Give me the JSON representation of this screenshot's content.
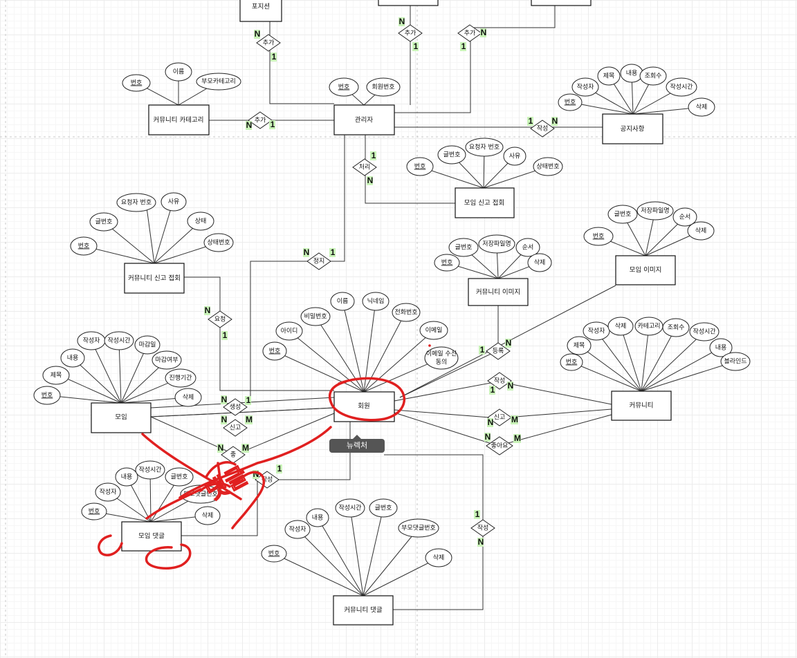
{
  "entities": {
    "position": "포지션",
    "admin": "관리자",
    "community_category": "커뮤니티 카테고리",
    "notice": "공지사항",
    "meeting_report": "모임 신고 접회",
    "community_report": "커뮤니티 신고 접회",
    "community_image": "커뮤니티 이미지",
    "meeting_image": "모임 이미지",
    "member": "회원",
    "meeting": "모임",
    "community": "커뮤니티",
    "meeting_comment": "모임 댓글",
    "community_comment": "커뮤니티 댓글"
  },
  "relations": {
    "add1": "추가",
    "add2": "추가",
    "add3": "추가",
    "add4": "추가",
    "write_notice": "작성",
    "process": "처리",
    "suspend": "정지",
    "request": "요청",
    "register": "등록",
    "create": "생성",
    "report_meeting": "신고",
    "like_meeting": "좋",
    "write_comment": "작성",
    "write_community": "작성",
    "report_community": "신고",
    "like_community": "좋아요",
    "write_ccomment": "작성"
  },
  "attributes": {
    "cat_no": "번호",
    "cat_name": "이름",
    "cat_parent": "부모카테고리",
    "admin_no": "번호",
    "admin_member_no": "회원번호",
    "notice_writer": "작성자",
    "notice_title": "제목",
    "notice_content": "내용",
    "notice_views": "조회수",
    "notice_time": "작성시간",
    "notice_no": "번호",
    "notice_delete": "삭제",
    "mr_no": "번호",
    "mr_post": "글번호",
    "mr_requester": "요청자 번호",
    "mr_reason": "사유",
    "mr_status": "상태번호",
    "cr_requester": "요청자 번호",
    "cr_reason": "사유",
    "cr_post": "글번호",
    "cr_state": "상태",
    "cr_no": "번호",
    "cr_status": "상태번호",
    "ci_post": "글번호",
    "ci_file": "저장파일명",
    "ci_order": "순서",
    "ci_no": "번호",
    "ci_delete": "삭제",
    "mi_post": "글번호",
    "mi_file": "저장파일명",
    "mi_order": "순서",
    "mi_no": "번호",
    "mi_delete": "삭제",
    "m_id": "아이디",
    "m_pw": "비밀번호",
    "m_name": "이름",
    "m_nick": "닉네임",
    "m_phone": "전화번호",
    "m_email": "이메일",
    "m_no": "번호",
    "m_consent_1": "이메일 수신",
    "m_consent_2": "동의",
    "mt_writer": "작성자",
    "mt_time": "작성시간",
    "mt_deadline": "마감일",
    "mt_content": "내용",
    "mt_closed": "마감여부",
    "mt_title": "제목",
    "mt_period": "진행기간",
    "mt_no": "번호",
    "mt_delete": "삭제",
    "c_writer": "작성자",
    "c_delete": "삭제",
    "c_category": "카테고리",
    "c_views": "조회수",
    "c_time": "작성시간",
    "c_title": "제목",
    "c_content": "내용",
    "c_no": "번호",
    "c_blind": "블라인드",
    "mc_content": "내용",
    "mc_time": "작성시간",
    "mc_post": "글번호",
    "mc_writer": "작성자",
    "mc_parent": "부모댓글번호",
    "mc_no": "번호",
    "mc_delete": "삭제",
    "cc_writer": "작성자",
    "cc_content": "내용",
    "cc_time": "작성시간",
    "cc_post": "글번호",
    "cc_parent": "부모댓글번호",
    "cc_no": "번호",
    "cc_delete": "삭제"
  },
  "cardinality": {
    "one": "1",
    "n": "N",
    "m": "M"
  },
  "tooltip": "뉴렉처",
  "handwriting": "댓글",
  "colors": {
    "cardinality_bg": "#c9f3b8",
    "annotation": "#e02020",
    "tooltip_bg": "#555555"
  }
}
